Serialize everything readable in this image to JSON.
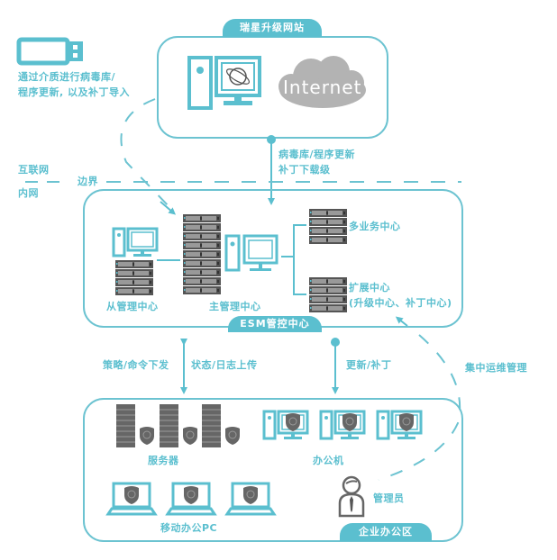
{
  "colors": {
    "accent": "#5bbfcf",
    "server_gray": "#555555",
    "cloud_gray": "#b3b3b3"
  },
  "usb_note": {
    "icon": "usb-drive-icon",
    "line1": "通过介质进行病毒库/",
    "line2": "程序更新, 以及补丁导入"
  },
  "upgrade_site": {
    "title": "瑞星升级网站",
    "cloud_text": "Internet",
    "download_line1": "病毒库/程序更新",
    "download_line2": "补丁下载级"
  },
  "boundary": {
    "internet": "互联网",
    "label": "边界",
    "intranet": "内网"
  },
  "esm": {
    "title": "ESM管控中心",
    "slave": "从管理中心",
    "master": "主管理中心",
    "multi": "多业务中心",
    "ext_line1": "扩展中心",
    "ext_line2": "(升级中心、补丁中心)"
  },
  "links": {
    "policy": "策略/命令下发",
    "status": "状态/日志上传",
    "update": "更新/补丁",
    "ops": "集中运维管理"
  },
  "office": {
    "title": "企业办公区",
    "servers": "服务器",
    "desktops": "办公机",
    "laptops": "移动办公PC",
    "admin": "管理员"
  }
}
